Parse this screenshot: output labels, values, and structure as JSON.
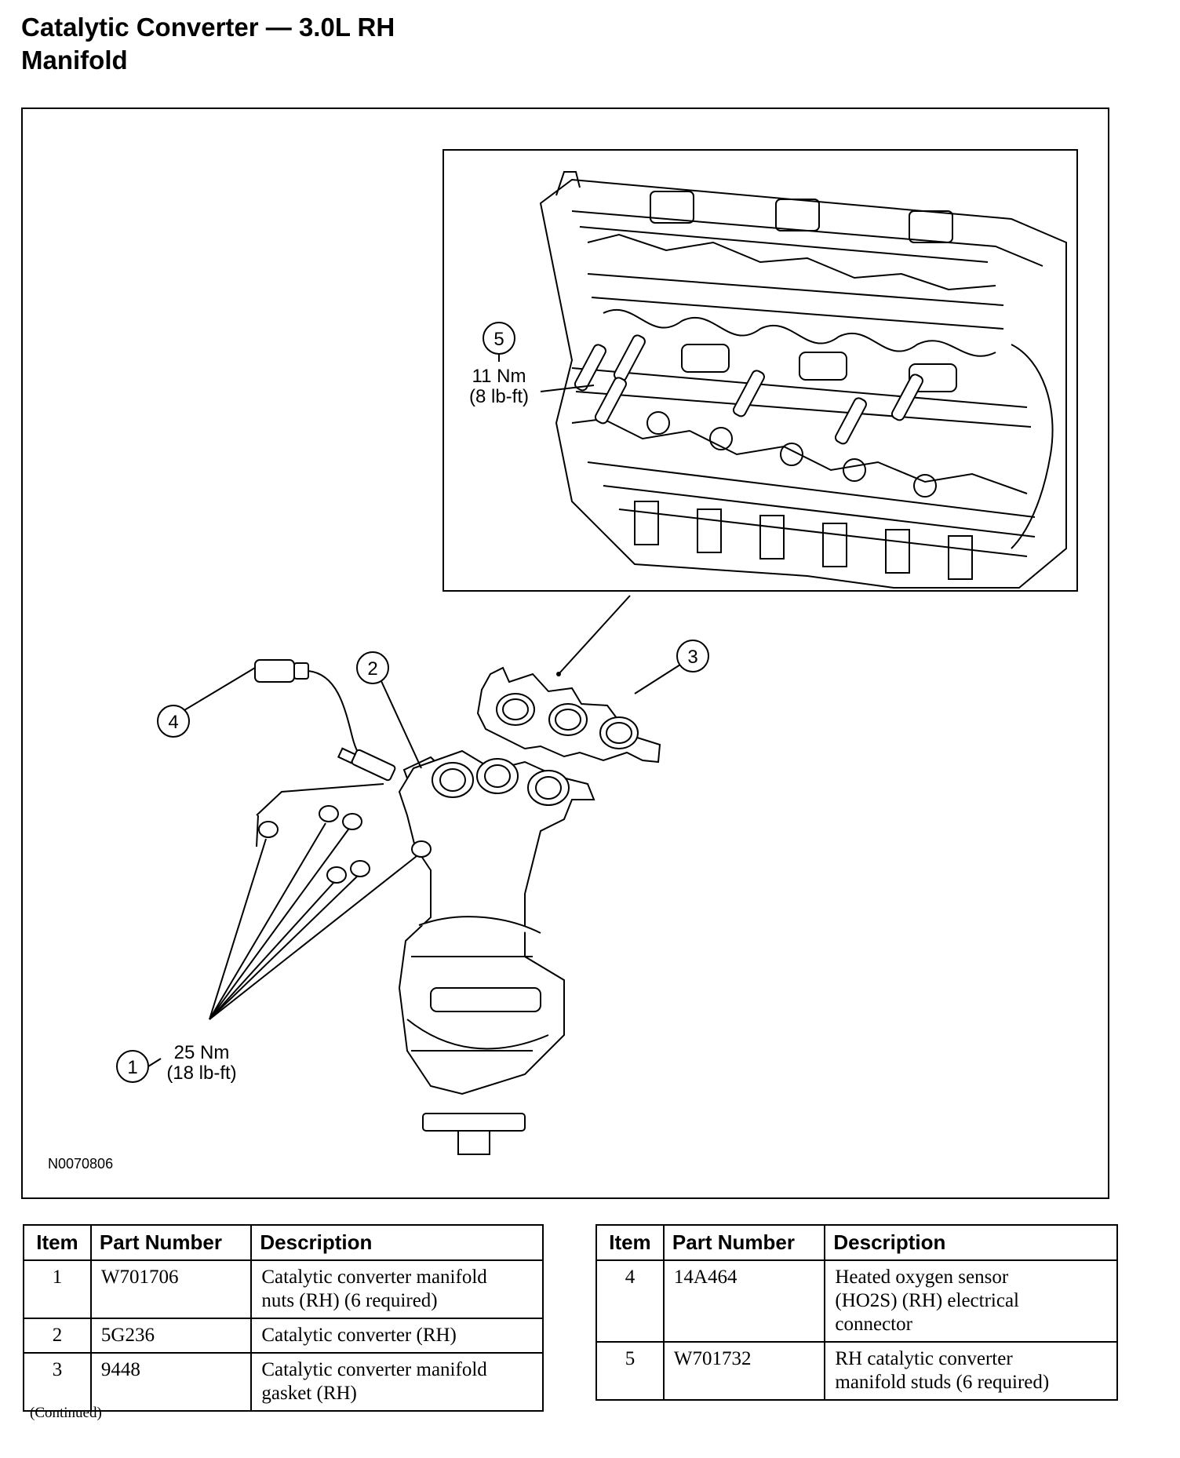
{
  "page": {
    "title_line1": "Catalytic Converter — 3.0L RH",
    "title_line2": "Manifold"
  },
  "figure": {
    "id": "N0070806",
    "callouts": {
      "c1": "1",
      "c2": "2",
      "c3": "3",
      "c4": "4",
      "c5": "5"
    },
    "torque_5_nm": "11 Nm",
    "torque_5_lbft": "(8 lb-ft)",
    "torque_1_nm": "25 Nm",
    "torque_1_lbft": "(18 lb-ft)"
  },
  "tables": {
    "headers": {
      "item": "Item",
      "part": "Part Number",
      "desc": "Description"
    },
    "left": [
      {
        "item": "1",
        "part": "W701706",
        "desc_1": "Catalytic converter manifold",
        "desc_2": "nuts (RH) (6 required)"
      },
      {
        "item": "2",
        "part": "5G236",
        "desc_1": "Catalytic converter (RH)"
      },
      {
        "item": "3",
        "part": "9448",
        "desc_1": "Catalytic converter manifold",
        "desc_2": "gasket (RH)"
      }
    ],
    "right": [
      {
        "item": "4",
        "part": "14A464",
        "desc_1": "Heated oxygen sensor",
        "desc_2": "(HO2S) (RH) electrical",
        "desc_3": "connector"
      },
      {
        "item": "5",
        "part": "W701732",
        "desc_1": "RH catalytic converter",
        "desc_2": "manifold studs (6 required)"
      }
    ]
  },
  "footer": {
    "continued": "(Continued)"
  }
}
